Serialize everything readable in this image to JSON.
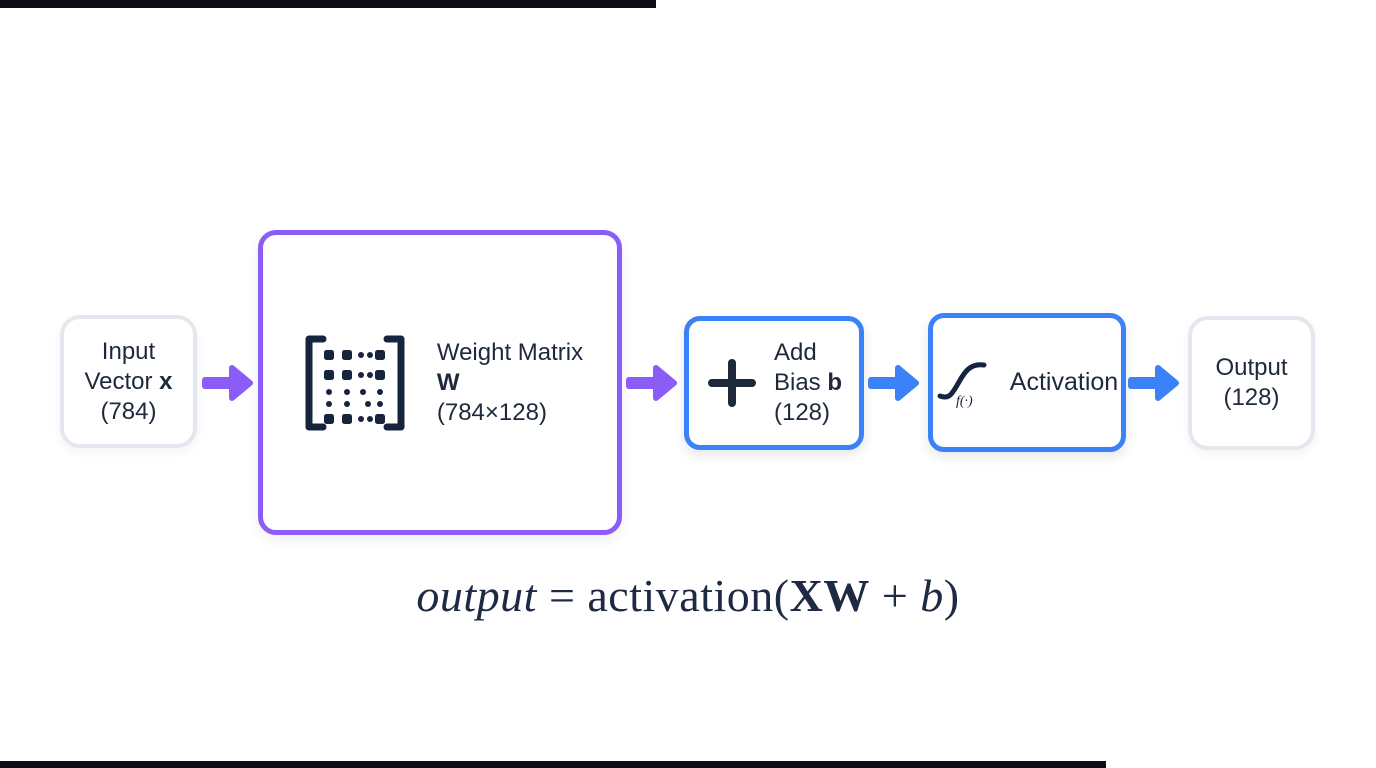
{
  "colors": {
    "purple_accent": "#8b5cf6",
    "blue_accent": "#3b82f6",
    "gray_border": "#e3e8ef",
    "text": "#1e293b",
    "edge_bar": "#0c0c16"
  },
  "nodes": {
    "input": {
      "line1": "Input",
      "line2_pre": "Vector ",
      "line2_bold": "x",
      "line3": "(784)"
    },
    "weight": {
      "title": "Weight Matrix",
      "symbol": "W",
      "dims": "(784×128)"
    },
    "bias": {
      "line1": "Add",
      "line2_pre": "Bias ",
      "line2_bold": "b",
      "line3": "(128)"
    },
    "activation": {
      "label": "Activation",
      "icon_label": "f(·)"
    },
    "output": {
      "line1": "Output",
      "line2": "(128)"
    }
  },
  "formula": {
    "parts": [
      {
        "text": "output"
      },
      {
        "text": " = "
      },
      {
        "text": "activation("
      },
      {
        "text": "XW"
      },
      {
        "text": " + "
      },
      {
        "text": "b"
      },
      {
        "text": ")"
      }
    ]
  }
}
